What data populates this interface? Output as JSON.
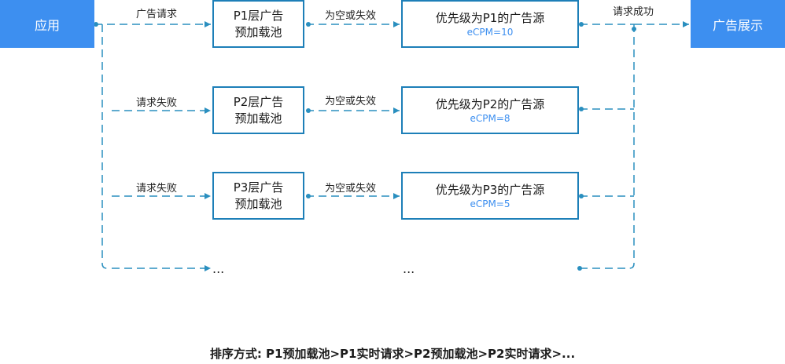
{
  "app_box": {
    "label": "应用"
  },
  "display_box": {
    "label": "广告展示"
  },
  "labels": {
    "ad_request": "广告请求",
    "request_fail": "请求失败",
    "empty_or_fail": "为空或失效",
    "request_success": "请求成功"
  },
  "rows": [
    {
      "pool_line1": "P1层广告",
      "pool_line2": "预加载池",
      "source": "优先级为P1的广告源",
      "ecpm": "eCPM=10"
    },
    {
      "pool_line1": "P2层广告",
      "pool_line2": "预加载池",
      "source": "优先级为P2的广告源",
      "ecpm": "eCPM=8"
    },
    {
      "pool_line1": "P3层广告",
      "pool_line2": "预加载池",
      "source": "优先级为P3的广告源",
      "ecpm": "eCPM=5"
    }
  ],
  "ellipsis": "...",
  "footer": "排序方式: P1预加载池>P1实时请求>P2预加载池>P2实时请求>...",
  "colors": {
    "accent": "#3d8ff0",
    "border": "#1d7fb8",
    "line": "#2a8fbf"
  }
}
